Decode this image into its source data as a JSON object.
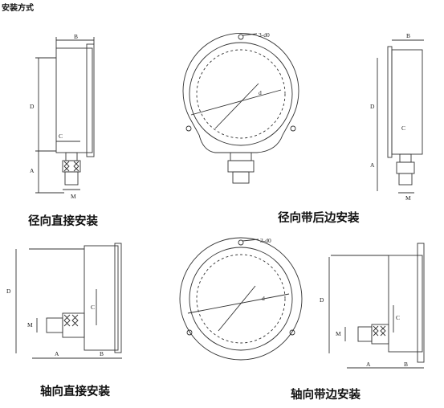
{
  "title": "安装方式",
  "captions": {
    "radial_direct": "径向直接安装",
    "radial_back_flange": "径向带后边安装",
    "axial_direct": "轴向直接安装",
    "axial_front_flange": "轴向带边安装"
  },
  "dimension_labels": {
    "A": "A",
    "B": "B",
    "C": "C",
    "D": "D",
    "M": "M",
    "d": "d",
    "holes": "3-d0"
  },
  "colors": {
    "line": "#333333",
    "text": "#111111"
  }
}
